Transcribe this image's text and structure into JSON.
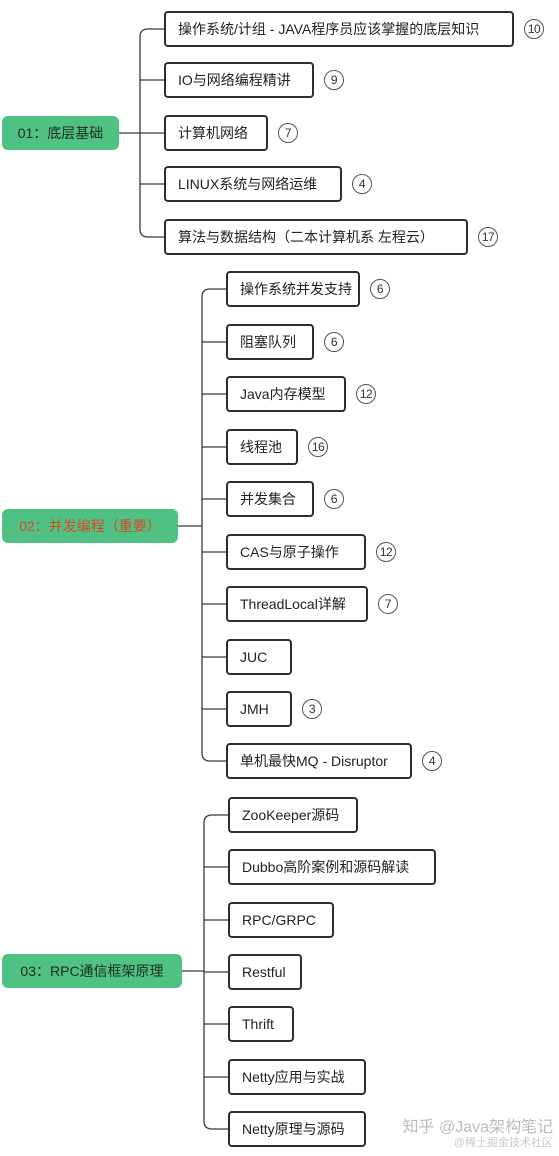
{
  "sections": [
    {
      "title": "01：底层基础",
      "red": false,
      "items": [
        {
          "label": "操作系统/计组 - JAVA程序员应该掌握的底层知识",
          "count": "10"
        },
        {
          "label": "IO与网络编程精讲",
          "count": "9"
        },
        {
          "label": "计算机网络",
          "count": "7"
        },
        {
          "label": "LINUX系统与网络运维",
          "count": "4"
        },
        {
          "label": "算法与数据结构（二本计算机系 左程云）",
          "count": "17"
        }
      ]
    },
    {
      "title": "02：并发编程（重要）",
      "red": true,
      "items": [
        {
          "label": "操作系统并发支持",
          "count": "6"
        },
        {
          "label": "阻塞队列",
          "count": "6"
        },
        {
          "label": "Java内存模型",
          "count": "12"
        },
        {
          "label": "线程池",
          "count": "16"
        },
        {
          "label": "并发集合",
          "count": "6"
        },
        {
          "label": "CAS与原子操作",
          "count": "12"
        },
        {
          "label": "ThreadLocal详解",
          "count": "7"
        },
        {
          "label": "JUC",
          "count": ""
        },
        {
          "label": "JMH",
          "count": "3"
        },
        {
          "label": "单机最快MQ - Disruptor",
          "count": "4"
        }
      ]
    },
    {
      "title": "03：RPC通信框架原理",
      "red": false,
      "items": [
        {
          "label": "ZooKeeper源码",
          "count": ""
        },
        {
          "label": "Dubbo高阶案例和源码解读",
          "count": ""
        },
        {
          "label": "RPC/GRPC",
          "count": ""
        },
        {
          "label": "Restful",
          "count": ""
        },
        {
          "label": "Thrift",
          "count": ""
        },
        {
          "label": "Netty应用与实战",
          "count": ""
        },
        {
          "label": "Netty原理与源码",
          "count": ""
        }
      ]
    }
  ],
  "watermark": {
    "line1": "知乎 @Java架构笔记",
    "line2": "@稀土掘金技术社区"
  }
}
